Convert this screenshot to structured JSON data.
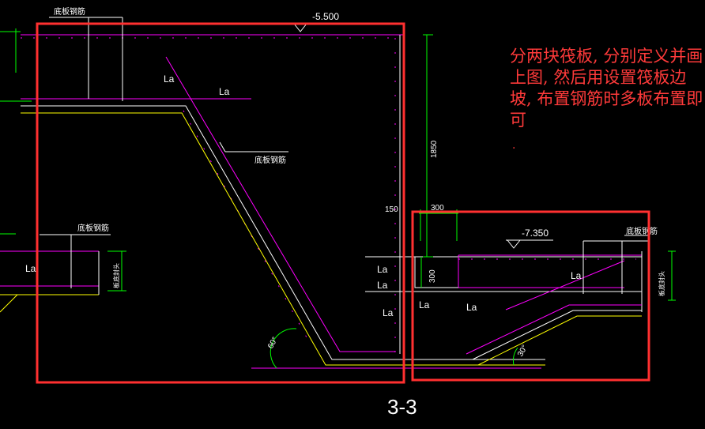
{
  "labels": {
    "elev_top": "-5.500",
    "elev_low": "-7.350",
    "dim_1850": "1850",
    "dim_150": "150",
    "dim_300_h": "300",
    "dim_300_v": "300",
    "la": "La",
    "bottom_rebar": "底板钢筋",
    "edge_stirrup_left": "板底封头",
    "edge_stirrup_right": "板底封头",
    "angle_60": "60°",
    "angle_30": "30°",
    "section": "3-3"
  },
  "note": {
    "text": "分两块筏板, 分别定义并画上图, 然后用设置筏板边坡, 布置钢筋时多板布置即可",
    "trailing_dot": "."
  },
  "colors": {
    "background": "#000000",
    "magenta": "#ff00ff",
    "yellow": "#ffff00",
    "white": "#ffffff",
    "green": "#00ff00",
    "red_box": "#ff3030",
    "note_red": "#ff3a3a"
  }
}
